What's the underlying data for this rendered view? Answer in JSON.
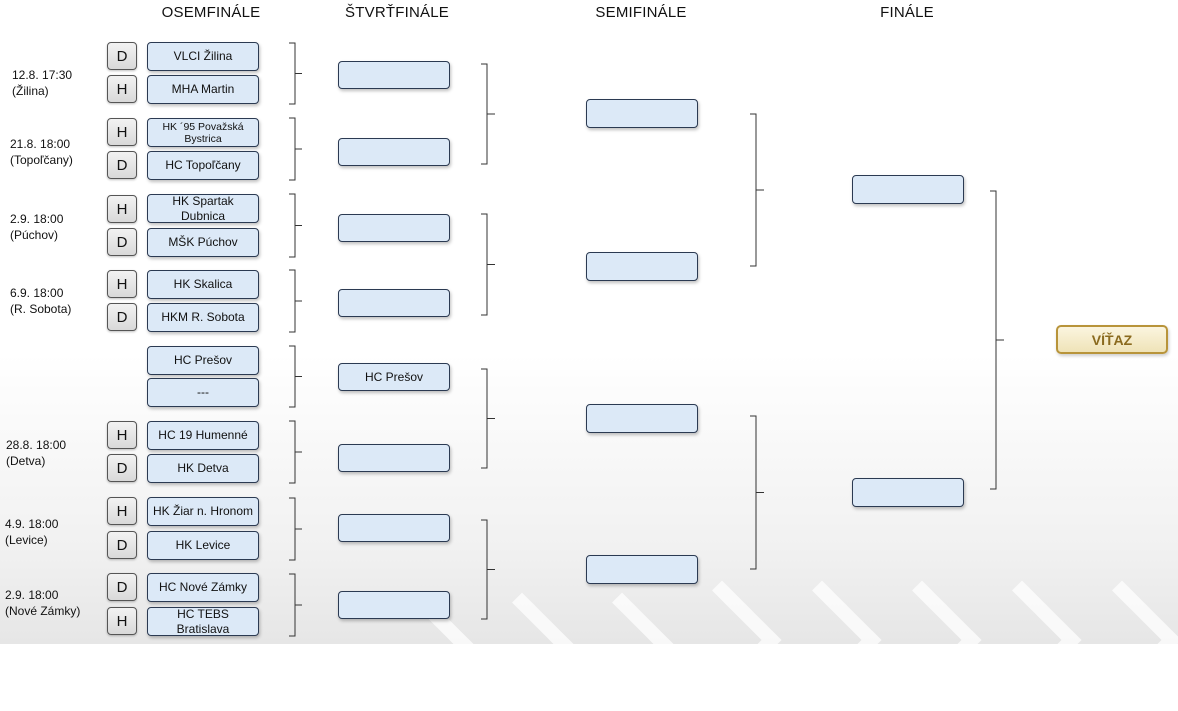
{
  "rounds": [
    "OSEMFINÁLE",
    "ŠTVRŤFINÁLE",
    "SEMIFINÁLE",
    "FINÁLE"
  ],
  "round_of_16": [
    {
      "date": "12.8. 17:30",
      "venue": "(Žilina)",
      "ha": [
        "D",
        "H"
      ],
      "teams": [
        "VLCI Žilina",
        "MHA Martin"
      ]
    },
    {
      "date": "21.8. 18:00",
      "venue": "(Topoľčany)",
      "ha": [
        "H",
        "D"
      ],
      "teams": [
        "HK  ´95 Považská Bystrica",
        "HC Topoľčany"
      ]
    },
    {
      "date": "2.9. 18:00",
      "venue": "(Púchov)",
      "ha": [
        "H",
        "D"
      ],
      "teams": [
        "HK Spartak Dubnica",
        "MŠK Púchov"
      ]
    },
    {
      "date": "6.9. 18:00",
      "venue": "(R. Sobota)",
      "ha": [
        "H",
        "D"
      ],
      "teams": [
        "HK Skalica",
        "HKM R. Sobota"
      ]
    },
    {
      "date": "",
      "venue": "",
      "ha": [
        "",
        ""
      ],
      "teams": [
        "HC Prešov",
        "---"
      ]
    },
    {
      "date": "28.8. 18:00",
      "venue": "(Detva)",
      "ha": [
        "H",
        "D"
      ],
      "teams": [
        "HC  19 Humenné",
        "HK Detva"
      ]
    },
    {
      "date": "4.9. 18:00",
      "venue": "(Levice)",
      "ha": [
        "H",
        "D"
      ],
      "teams": [
        "HK Žiar n. Hronom",
        "HK Levice"
      ]
    },
    {
      "date": "2.9. 18:00",
      "venue": "(Nové Zámky)",
      "ha": [
        "D",
        "H"
      ],
      "teams": [
        "HC Nové Zámky",
        "HC TEBS Bratislava"
      ]
    }
  ],
  "quarterfinals": [
    "",
    "",
    "",
    "",
    "HC Prešov",
    "",
    "",
    ""
  ],
  "semifinals": [
    "",
    "",
    "",
    ""
  ],
  "final": [
    "",
    ""
  ],
  "winner_label": "VÍŤAZ",
  "colors": {
    "box_fill": "#dce9f7",
    "box_border": "#2b3a52",
    "winner_border": "#b8943a",
    "winner_text": "#8a6a1e"
  }
}
